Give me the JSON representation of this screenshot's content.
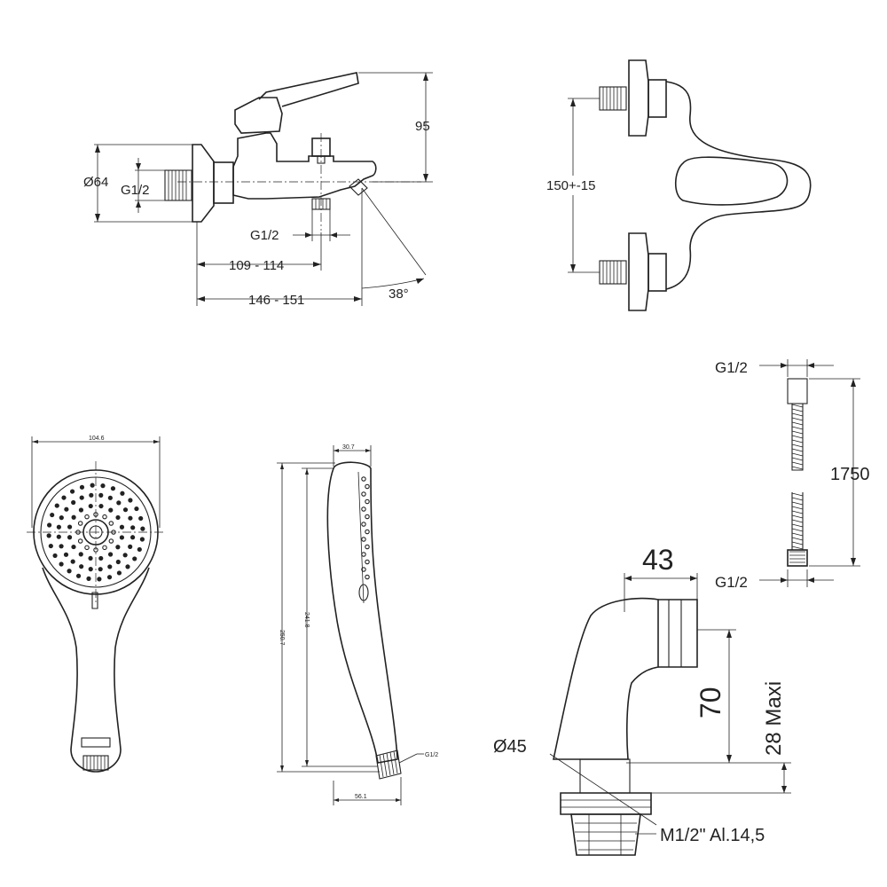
{
  "labels": {
    "mixer_dia": "Ø64",
    "mixer_inlet_thread": "G1/2",
    "mixer_height": "95",
    "mixer_outlet_thread": "G1/2",
    "mixer_depth_short": "109 - 114",
    "mixer_depth_long": "146 - 151",
    "spout_angle": "38°",
    "centres": "150+-15",
    "head_width": "104.6",
    "head_depth": "30.7",
    "head_total_length": "250.7",
    "head_inner_length": "241.8",
    "head_thread": "G1/2",
    "head_base": "56.1",
    "hose_top_thread": "G1/2",
    "hose_length": "1750",
    "hose_bottom_thread": "G1/2",
    "elbow_width": "43",
    "elbow_height": "70",
    "elbow_max": "28 Maxi",
    "elbow_dia": "Ø45",
    "elbow_thread": "M1/2\" Al.14,5"
  }
}
